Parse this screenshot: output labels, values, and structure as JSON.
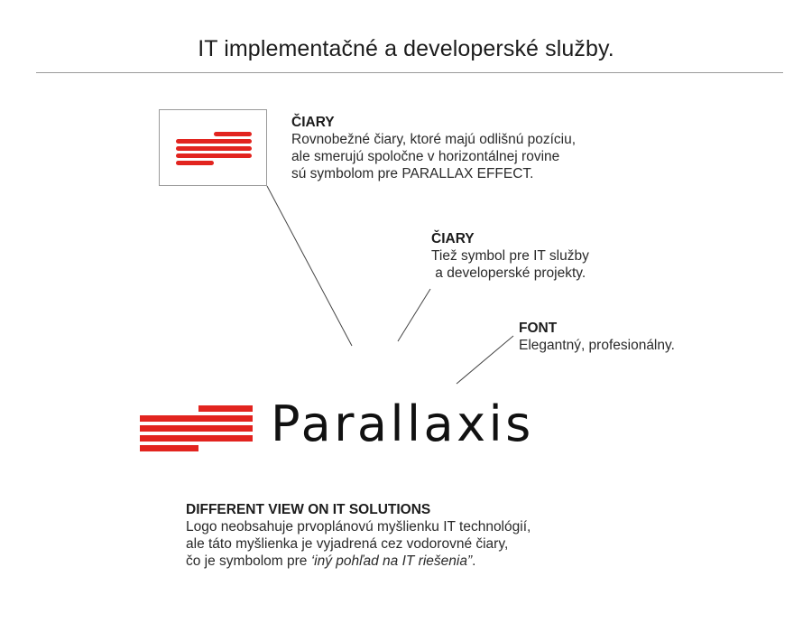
{
  "header": {
    "title": "IT implementačné a developerské služby."
  },
  "colors": {
    "brand_red": "#e2241f",
    "rule_gray": "#9a9a9a"
  },
  "icons": {
    "small_logo": "parallel-lines-icon",
    "big_logo": "parallel-lines-logo-icon"
  },
  "notes": {
    "lines_parallax": {
      "heading": "ČIARY",
      "lines": [
        "Rovnobežné čiary, ktoré majú odlišnú pozíciu,",
        "ale smerujú spoločne v horizontálnej rovine",
        "sú symbolom pre PARALLAX EFFECT."
      ]
    },
    "lines_it": {
      "heading": "ČIARY",
      "lines": [
        "Tiež symbol pre IT služby",
        " a developerské projekty."
      ]
    },
    "font": {
      "heading": "FONT",
      "lines": [
        "Elegantný, profesionálny."
      ]
    },
    "different_view": {
      "heading": "DIFFERENT VIEW ON IT SOLUTIONS",
      "lines": [
        "Logo neobsahuje prvoplánovú myšlienku IT technológií,",
        "ale táto myšlienka je vyjadrená cez vodorovné čiary,"
      ],
      "last_line_prefix": "čo je symbolom pre ",
      "last_line_italic": "‘iný pohľad na IT riešenia”",
      "last_line_suffix": "."
    }
  },
  "logo": {
    "wordmark": "Parallaxis"
  }
}
